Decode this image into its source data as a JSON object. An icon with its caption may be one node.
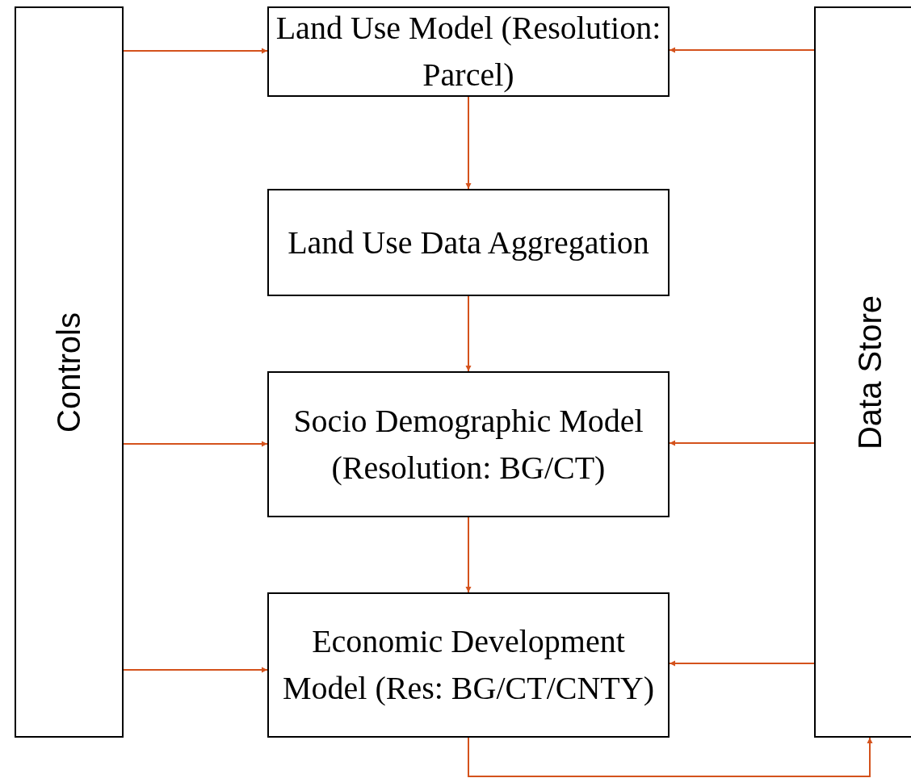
{
  "diagram": {
    "nodes": [
      {
        "text": [
          "Controls"
        ]
      },
      {
        "text": [
          "Land Use Model (Resolution: Parcel)"
        ]
      },
      {
        "text": [
          "Land Use Data Aggregation"
        ]
      },
      {
        "text": [
          "Socio Demographic Model (Resolution: BG/CT)"
        ]
      },
      {
        "text": [
          "Economic Development Model (Res: BG/CT/CNTY)"
        ]
      },
      {
        "text": [
          "Data Store"
        ]
      }
    ],
    "edges": [
      {
        "from": 0,
        "to": 1,
        "arrow": "to"
      },
      {
        "from": 5,
        "to": 1,
        "arrow": "to"
      },
      {
        "from": 1,
        "to": 2,
        "arrow": "to"
      },
      {
        "from": 2,
        "to": 3,
        "arrow": "to"
      },
      {
        "from": 0,
        "to": 3,
        "arrow": "to"
      },
      {
        "from": 5,
        "to": 3,
        "arrow": "to"
      },
      {
        "from": 3,
        "to": 4,
        "arrow": "to"
      },
      {
        "from": 0,
        "to": 4,
        "arrow": "to"
      },
      {
        "from": 5,
        "to": 4,
        "arrow": "to"
      },
      {
        "from": 4,
        "to": 5,
        "arrow": "to"
      }
    ]
  }
}
